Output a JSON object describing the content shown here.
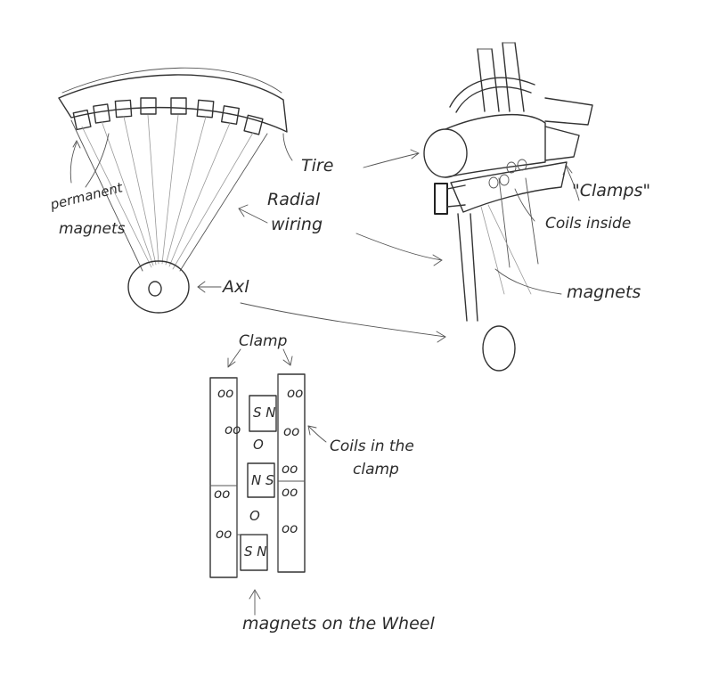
{
  "labels": {
    "permanent_magnets": [
      "permanent",
      "magnets"
    ],
    "tire": "Tire",
    "radial_wiring": [
      "Radial",
      "wiring"
    ],
    "axl": "Axl",
    "clamps": "\"Clamps\"",
    "coils_inside": "Coils inside",
    "magnets_right": "magnets",
    "clamp": "Clamp",
    "coils_in_the_clamp": [
      "Coils in the",
      "clamp"
    ],
    "magnets_on_the_wheel": "magnets on the Wheel"
  },
  "strip": {
    "coil_pair": "oo",
    "magnet_sn": "S N",
    "magnet_ns": "N S",
    "axle_mark": "O"
  }
}
